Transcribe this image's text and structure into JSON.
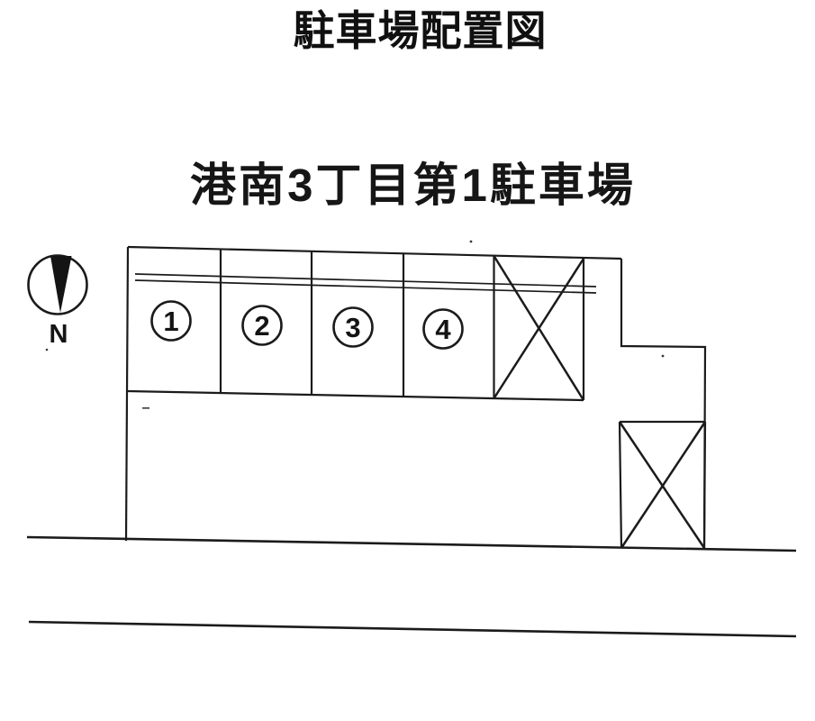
{
  "document": {
    "title": "駐車場配置図",
    "lot_name": "港南3丁目第1駐車場"
  },
  "compass": {
    "north_label": "N"
  },
  "parking": {
    "space_labels": [
      "1",
      "2",
      "3",
      "4"
    ]
  },
  "colors": {
    "ink": "#1b1b1b",
    "paper": "#ffffff"
  }
}
